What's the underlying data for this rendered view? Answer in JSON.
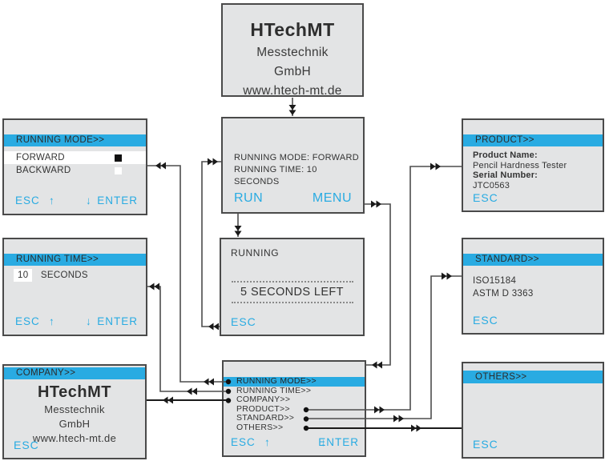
{
  "colors": {
    "accent": "#29abe2",
    "panel_bg": "#e3e4e5",
    "border": "#4a4a4a",
    "text": "#333333"
  },
  "top_box": {
    "lines": [
      "HTechMT",
      "Messtechnik",
      "GmbH",
      "www.htech-mt.de"
    ]
  },
  "main_screen": {
    "status_lines": [
      "RUNNING MODE: FORWARD",
      "RUNNING TIME: 10 SECONDS"
    ],
    "run": "RUN",
    "menu": "MENU"
  },
  "running_screen": {
    "title": "RUNNING",
    "countdown": "5 SECONDS LEFT",
    "esc": "ESC"
  },
  "menu_screen": {
    "items": [
      "RUNNING MODE>>",
      "RUNNING TIME>>",
      "COMPANY>>",
      "PRODUCT>>",
      "STANDARD>>",
      "OTHERS>>"
    ],
    "selected_index": 0,
    "esc": "ESC",
    "up": "↑",
    "down": "↓",
    "enter": "ENTER"
  },
  "running_mode_screen": {
    "title": "RUNNING MODE>>",
    "options": [
      "FORWARD",
      "BACKWARD"
    ],
    "selected": "FORWARD",
    "esc": "ESC",
    "up": "↑",
    "down": "↓",
    "enter": "ENTER"
  },
  "running_time_screen": {
    "title": "RUNNING TIME>>",
    "value": "10",
    "unit": "SECONDS",
    "esc": "ESC",
    "up": "↑",
    "down": "↓",
    "enter": "ENTER"
  },
  "company_screen": {
    "title": "COMPANY>>",
    "lines": [
      "HTechMT",
      "Messtechnik",
      "GmbH",
      "www.htech-mt.de"
    ],
    "esc": "ESC"
  },
  "product_screen": {
    "title": "PRODUCT>>",
    "fields": [
      {
        "label": "Product Name:",
        "value": "Pencil Hardness Tester"
      },
      {
        "label": "Serial Number:",
        "value": "JTC0563"
      }
    ],
    "esc": "ESC"
  },
  "standard_screen": {
    "title": "STANDARD>>",
    "standards": [
      "ISO15184",
      "ASTM D 3363"
    ],
    "esc": "ESC"
  },
  "others_screen": {
    "title": "OTHERS>>",
    "esc": "ESC"
  }
}
